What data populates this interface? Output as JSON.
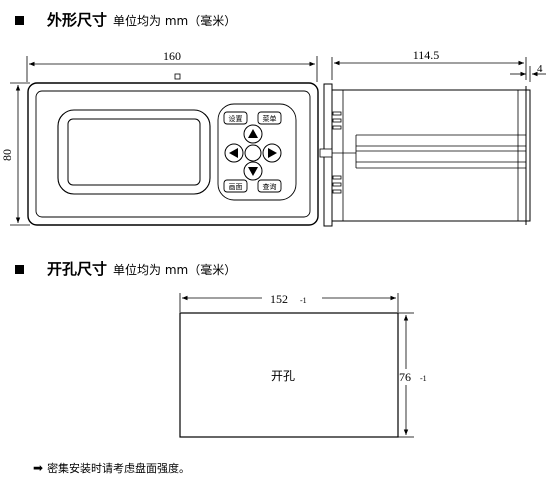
{
  "section1": {
    "title": "外形尺寸",
    "note": "单位均为 mm（毫米）"
  },
  "front_view": {
    "width_label": "160",
    "height_label": "80",
    "buttons": {
      "settings": "设置",
      "menu": "菜单",
      "display": "画面",
      "query": "查询"
    }
  },
  "side_view": {
    "depth_label": "114.5",
    "thickness_label": "4"
  },
  "section2": {
    "title": "开孔尺寸",
    "note": "单位均为 mm（毫米）"
  },
  "cutout": {
    "width_label": "152",
    "width_tol": "-1",
    "height_label": "76",
    "height_tol": "-1",
    "center_label": "开孔"
  },
  "footer_note": "密集安装时请考虑盘面强度。"
}
